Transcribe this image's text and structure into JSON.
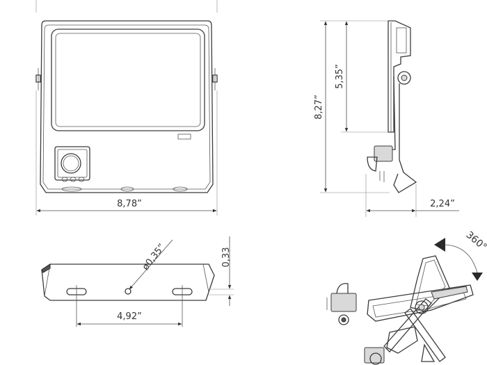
{
  "dimensions": {
    "front_width": "8,78”",
    "overall_height": "8,27”",
    "housing_height": "5,35”",
    "side_depth": "2,24”",
    "hole_spacing": "4,92”",
    "hole_diameter": "ø0,35”",
    "bracket_thickness": "0,33"
  },
  "rotation": {
    "label": "360°"
  },
  "colors": {
    "line": "#3a3a3a",
    "text": "#333333"
  }
}
